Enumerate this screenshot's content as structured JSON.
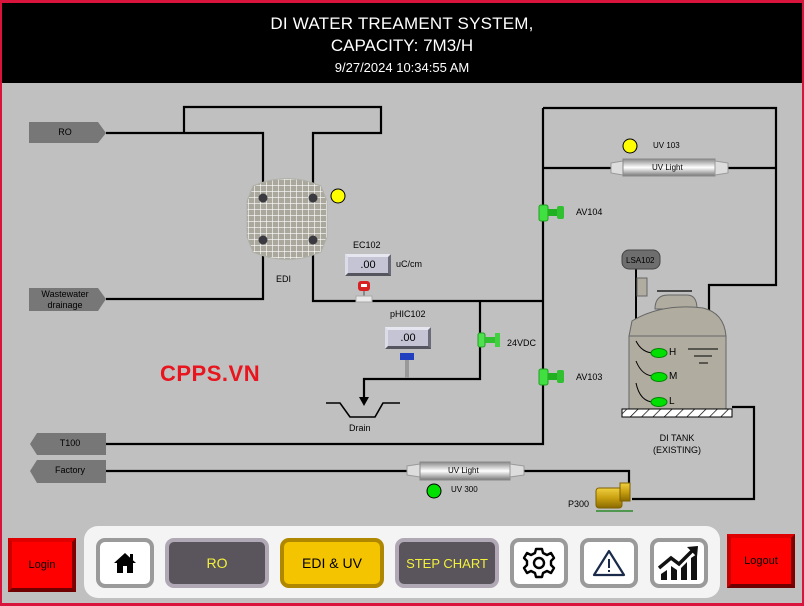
{
  "header": {
    "title_line1": "DI WATER TREAMENT SYSTEM,",
    "title_line2": "CAPACITY: 7M3/H",
    "datetime": "9/27/2024 10:34:55 AM"
  },
  "tags": {
    "ro": "RO",
    "wastewater_line1": "Wastewater",
    "wastewater_line2": "drainage",
    "t100": "T100",
    "factory": "Factory",
    "lsa102": "LSA102"
  },
  "edi": {
    "label": "EDI",
    "status_color": "#ffff00"
  },
  "ec102": {
    "label": "EC102",
    "value": ".00",
    "unit": "uC/cm"
  },
  "phic102": {
    "label": "pHIC102",
    "value": ".00"
  },
  "drain": {
    "label": "Drain"
  },
  "valves": {
    "dosing": {
      "label": "24VDC"
    },
    "av104": {
      "label": "AV104"
    },
    "av103": {
      "label": "AV103"
    }
  },
  "uv103": {
    "label": "UV 103",
    "lamp_text": "UV Light",
    "status_color": "#ffff00"
  },
  "uv300": {
    "label": "UV 300",
    "lamp_text": "UV Light",
    "status_color": "#00e000"
  },
  "tank": {
    "label_line1": "DI TANK",
    "label_line2": "(EXISTING)",
    "levels": [
      {
        "name": "H",
        "color": "#00e000"
      },
      {
        "name": "M",
        "color": "#00e000"
      },
      {
        "name": "L",
        "color": "#00e000"
      }
    ]
  },
  "pump": {
    "label": "P300"
  },
  "watermark": "CPPS.VN",
  "nav": {
    "login": "Login",
    "logout": "Logout",
    "home_icon": "home-icon",
    "ro": "RO",
    "edi_uv": "EDI & UV",
    "step_chart": "STEP CHART",
    "settings_icon": "gear-icon",
    "alarm_icon": "warning-icon",
    "trend_icon": "trend-chart-icon"
  },
  "colors": {
    "background": "#c0c0c0",
    "header": "#000000",
    "frame_accent": "#d9143c",
    "active_tab": "#f4c400",
    "inactive_tab": "#5a545c",
    "alarm_button": "#ff0000"
  }
}
